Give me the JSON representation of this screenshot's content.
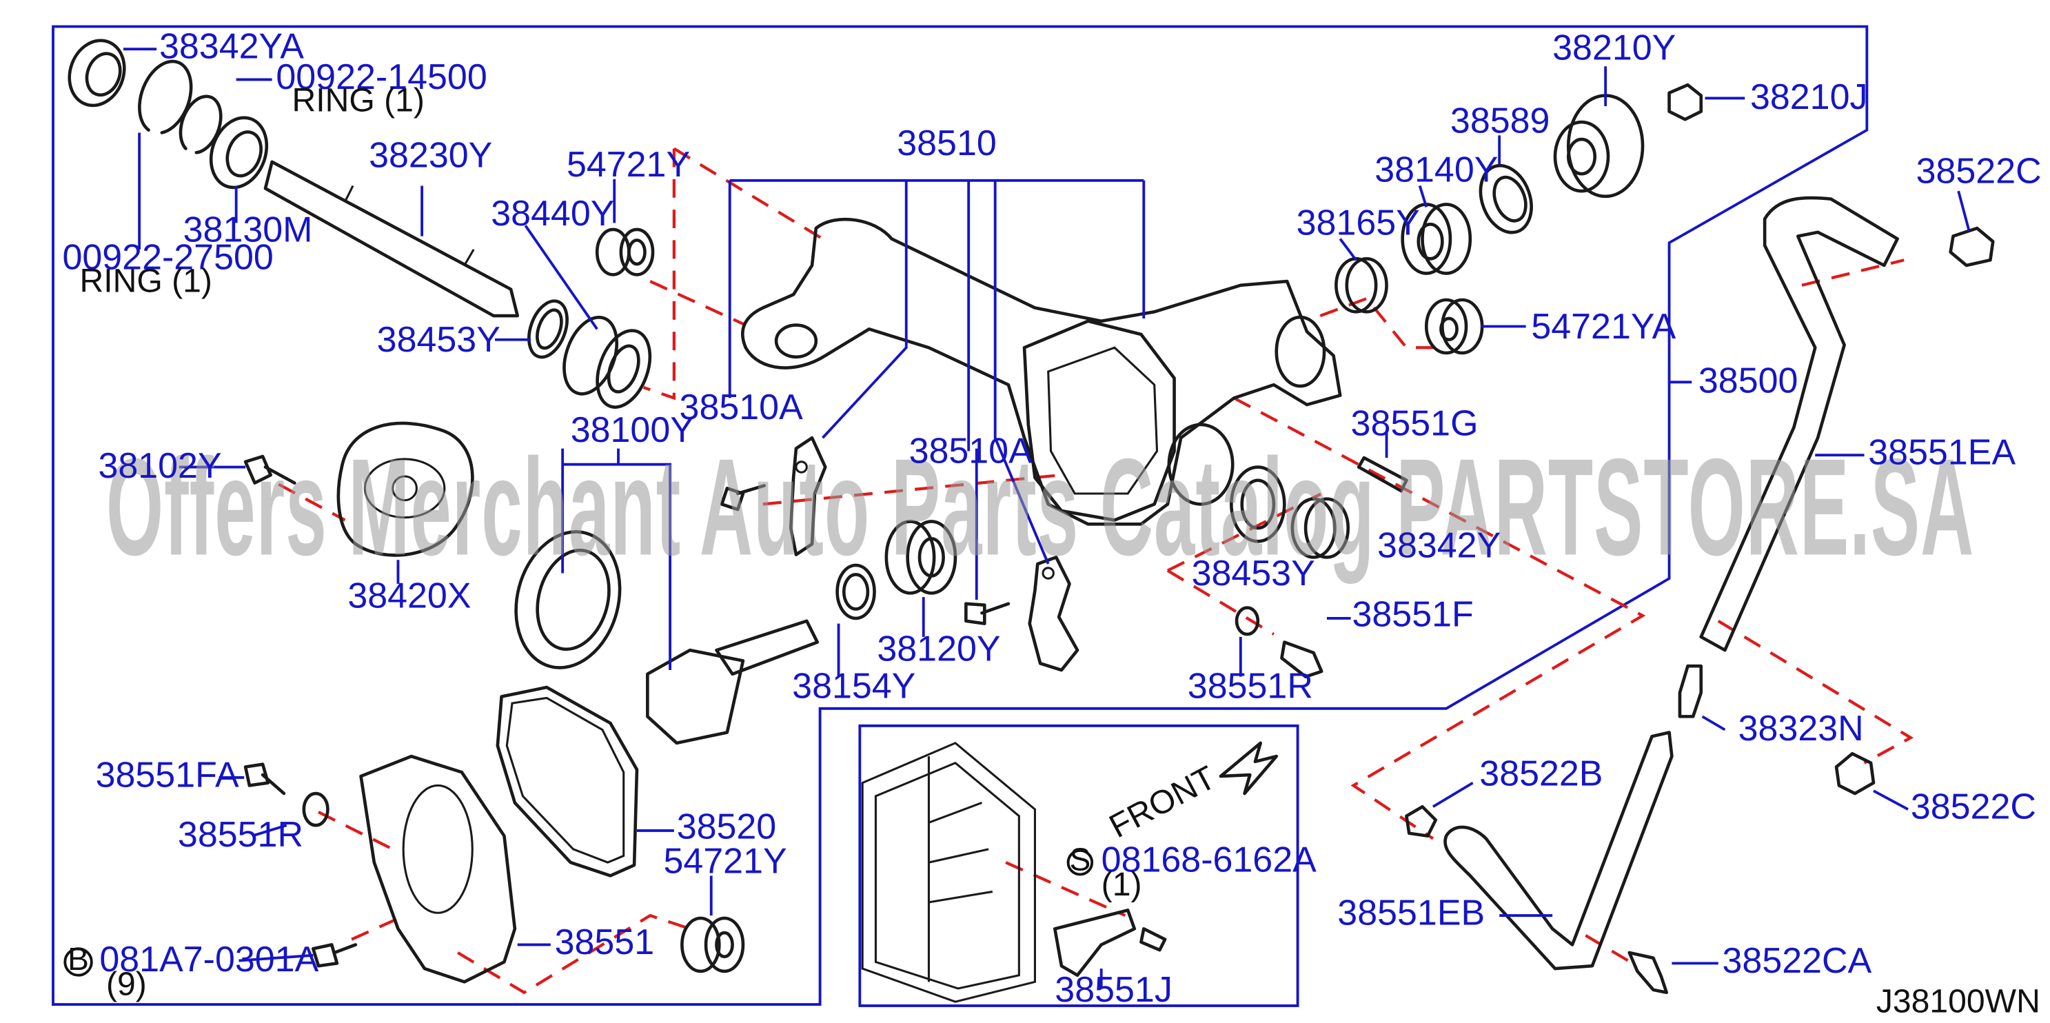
{
  "diagram_code": "J38100WN",
  "watermark": "Offers Merchant Auto Parts Catalog PARTSTORE.SA",
  "front_label": "FRONT",
  "parts": [
    {
      "code": "38342YA"
    },
    {
      "code": "00922-14500",
      "desc": "RING (1)"
    },
    {
      "code": "38230Y"
    },
    {
      "code": "38130M"
    },
    {
      "code": "00922-27500",
      "desc": "RING (1)"
    },
    {
      "code": "38440Y"
    },
    {
      "code": "54721Y"
    },
    {
      "code": "38453Y"
    },
    {
      "code": "38510"
    },
    {
      "code": "38210Y"
    },
    {
      "code": "38210J"
    },
    {
      "code": "38589"
    },
    {
      "code": "38140Y"
    },
    {
      "code": "38165Y"
    },
    {
      "code": "54721YA"
    },
    {
      "code": "38522C"
    },
    {
      "code": "38500"
    },
    {
      "code": "38551EA"
    },
    {
      "code": "38102Y"
    },
    {
      "code": "38100Y"
    },
    {
      "code": "38510A"
    },
    {
      "code": "38510A"
    },
    {
      "code": "38551G"
    },
    {
      "code": "38342Y"
    },
    {
      "code": "38453Y"
    },
    {
      "code": "38420X"
    },
    {
      "code": "38120Y"
    },
    {
      "code": "38551F"
    },
    {
      "code": "38154Y"
    },
    {
      "code": "38551R"
    },
    {
      "code": "38323N"
    },
    {
      "code": "38522B"
    },
    {
      "code": "38522C"
    },
    {
      "code": "38551FA"
    },
    {
      "code": "38520"
    },
    {
      "code": "38551R"
    },
    {
      "code": "54721Y"
    },
    {
      "code": "08168-6162A",
      "prefix": "S",
      "desc": "(1)"
    },
    {
      "code": "38551EB"
    },
    {
      "code": "38522CA"
    },
    {
      "code": "081A7-0301A",
      "prefix": "B",
      "desc": "(9)"
    },
    {
      "code": "38551"
    },
    {
      "code": "38551J"
    }
  ]
}
